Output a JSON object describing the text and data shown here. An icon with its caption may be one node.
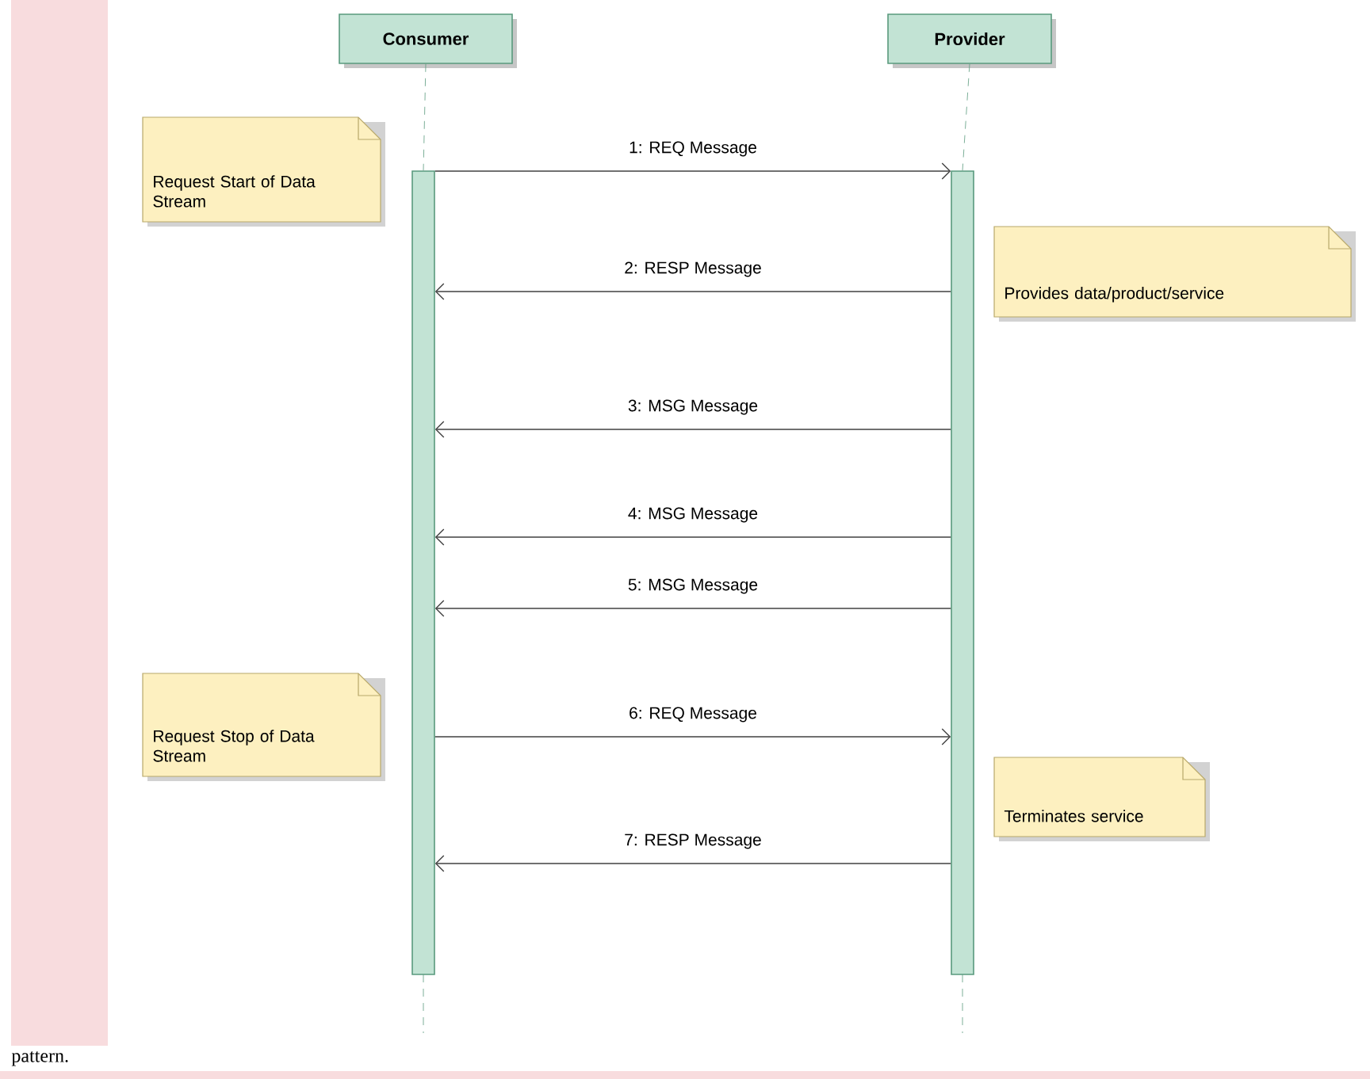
{
  "diagram": {
    "nodes": [
      {
        "text": [
          "Consumer"
        ]
      },
      {
        "text": [
          "Provider"
        ]
      },
      {
        "text": [],
        "shape": "bar"
      },
      {
        "text": [],
        "shape": "bar"
      },
      {
        "text": [
          "Request Start of Data Stream"
        ]
      },
      {
        "text": [
          "Provides data/product/service"
        ]
      },
      {
        "text": [
          "Request Stop of Data Stream"
        ]
      },
      {
        "text": [
          "Terminates service"
        ]
      }
    ],
    "edges": [
      {
        "from": 0,
        "to": 2,
        "arrow": "none",
        "style": "dashed"
      },
      {
        "from": 1,
        "to": 3,
        "arrow": "none",
        "style": "dashed"
      },
      {
        "from": 2,
        "to": 3,
        "arrow": "to",
        "label": "1: REQ Message"
      },
      {
        "from": 3,
        "to": 2,
        "arrow": "to",
        "label": "2: RESP Message"
      },
      {
        "from": 3,
        "to": 2,
        "arrow": "to",
        "label": "3: MSG Message"
      },
      {
        "from": 3,
        "to": 2,
        "arrow": "to",
        "label": "4: MSG Message"
      },
      {
        "from": 3,
        "to": 2,
        "arrow": "to",
        "label": "5: MSG Message"
      },
      {
        "from": 2,
        "to": 3,
        "arrow": "to",
        "label": "6: REQ Message"
      },
      {
        "from": 3,
        "to": 2,
        "arrow": "to",
        "label": "7: RESP Message"
      }
    ],
    "labels": [
      "pattern."
    ]
  }
}
